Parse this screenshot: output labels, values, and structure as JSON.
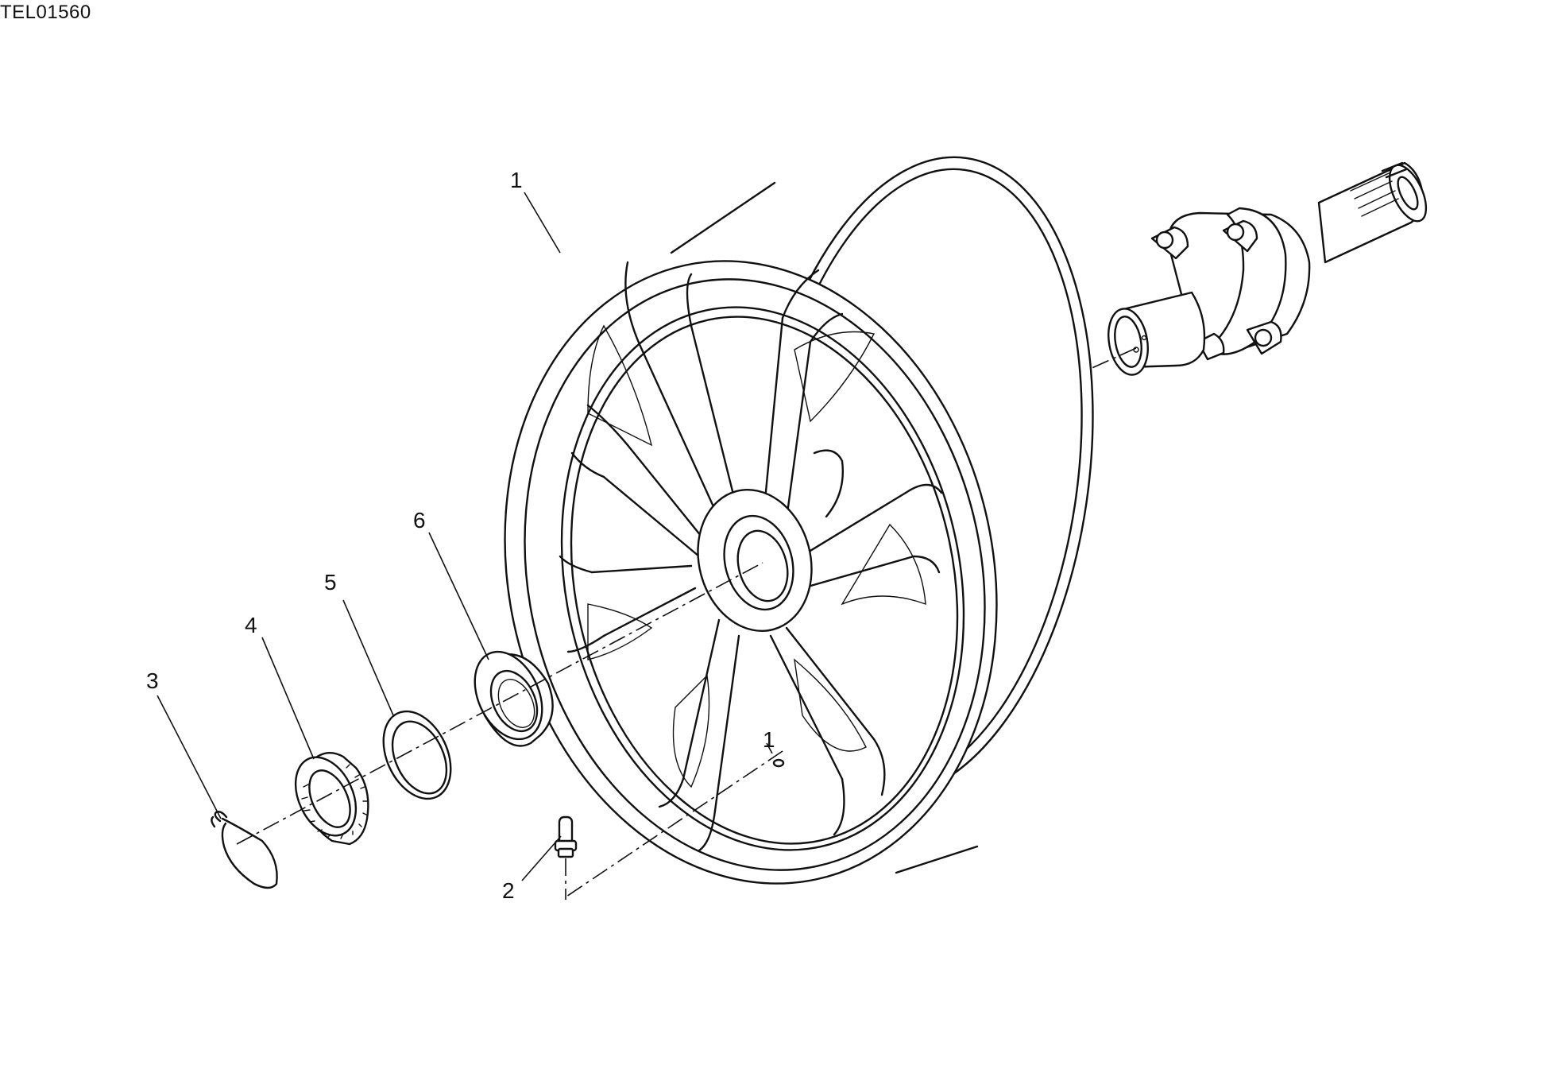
{
  "drawing_code": "TEL01560",
  "callouts": {
    "p1": "1",
    "p1b": "1",
    "p2": "2",
    "p3": "3",
    "p4": "4",
    "p5": "5",
    "p6": "6"
  },
  "icons": {
    "wheel": "rear-wheel-rim-icon",
    "hub": "wheel-hub-shaft-icon",
    "valve": "tyre-valve-icon",
    "circlip": "circlip-icon",
    "ring_nut": "ring-nut-icon",
    "washer": "washer-icon",
    "seal": "seal-icon"
  }
}
